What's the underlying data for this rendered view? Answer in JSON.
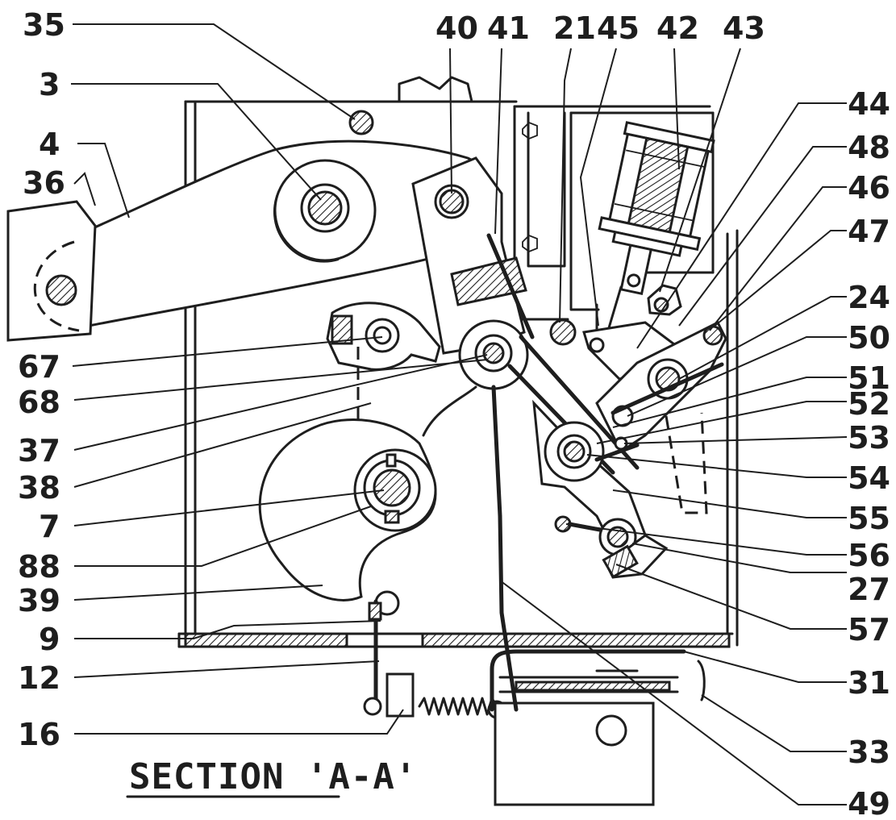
{
  "title": "SECTION 'A-A'",
  "labels_left": [
    "35",
    "3",
    "4",
    "36",
    "67",
    "68",
    "37",
    "38",
    "7",
    "88",
    "39",
    "9",
    "12",
    "16"
  ],
  "labels_top": [
    "40",
    "41",
    "21",
    "45",
    "42",
    "43"
  ],
  "labels_right": [
    "44",
    "48",
    "46",
    "47",
    "24",
    "50",
    "51",
    "52",
    "53",
    "54",
    "55",
    "56",
    "27",
    "57",
    "31",
    "33",
    "49"
  ]
}
